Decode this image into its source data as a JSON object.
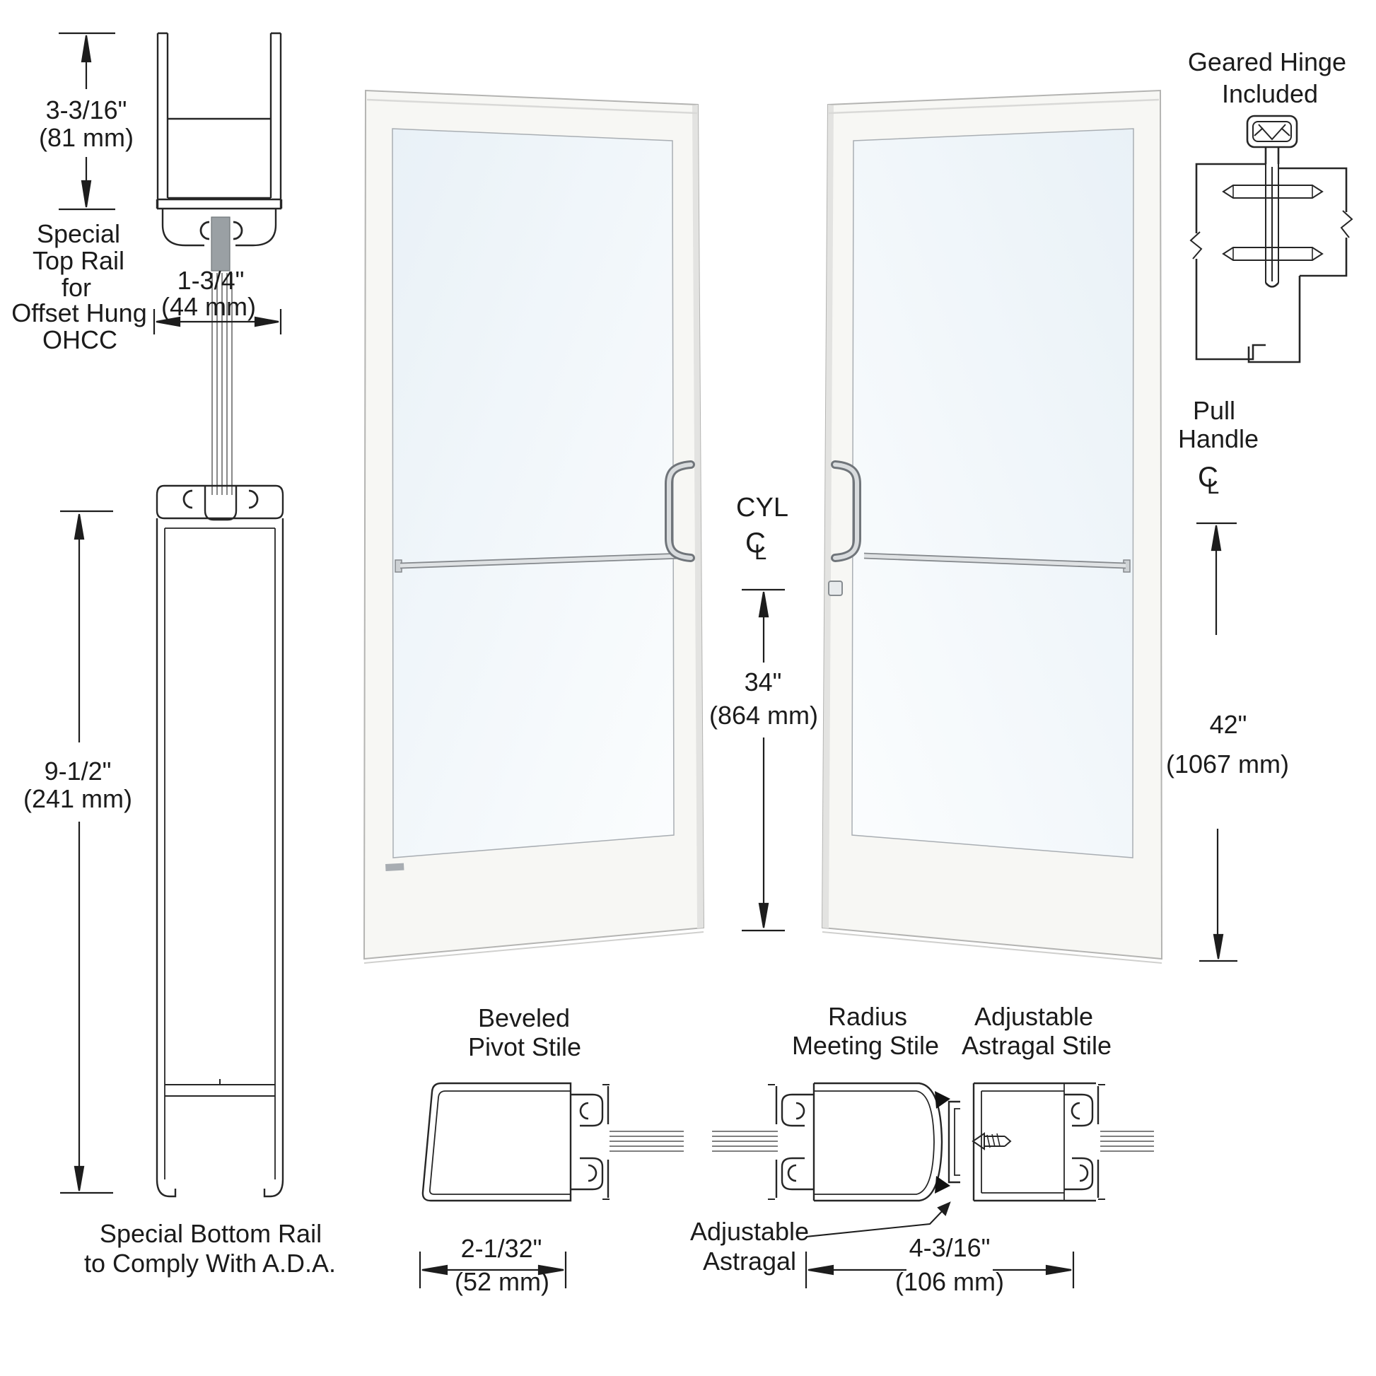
{
  "page": {
    "background": "#ffffff",
    "line_color": "#262626"
  },
  "colors": {
    "glass_tint": "#eaf1f7",
    "door_frame": "#f7f7f4",
    "door_edge_shade": "#e3e3e1",
    "gasket_gray": "#9aa0a4",
    "metal_highlight": "#d9dcde",
    "metal_shadow": "#70757a"
  },
  "top_rail_detail": {
    "height_dim": [
      "3-3/16\"",
      "(81 mm)"
    ],
    "caption": [
      "Special",
      "Top Rail",
      "for",
      "Offset Hung",
      "OHCC"
    ],
    "width_dim": [
      "1-3/4\"",
      "(44 mm)"
    ]
  },
  "bottom_rail_detail": {
    "height_dim": [
      "9-1/2\"",
      "(241 mm)"
    ],
    "caption": [
      "Special Bottom Rail",
      "to Comply With A.D.A."
    ]
  },
  "door_pair": {
    "cyl_label": "CYL",
    "cyl_height_dim": [
      "34\"",
      "(864 mm)"
    ]
  },
  "geared_hinge": {
    "caption": [
      "Geared Hinge",
      "Included"
    ]
  },
  "pull_handle": {
    "caption": [
      "Pull",
      "Handle"
    ],
    "height_dim": [
      "42\"",
      "(1067 mm)"
    ]
  },
  "pivot_stile_detail": {
    "caption": [
      "Beveled",
      "Pivot Stile"
    ],
    "width_dim": [
      "2-1/32\"",
      "(52 mm)"
    ]
  },
  "meeting_stile_detail": {
    "caption": [
      "Radius",
      "Meeting Stile"
    ]
  },
  "astragal_stile_detail": {
    "caption": [
      "Adjustable",
      "Astragal Stile"
    ]
  },
  "astragal_detail": {
    "caption": [
      "Adjustable",
      "Astragal"
    ],
    "width_dim": [
      "4-3/16\"",
      "(106 mm)"
    ]
  },
  "centerline_symbol": {
    "c": "C",
    "l": "L"
  }
}
